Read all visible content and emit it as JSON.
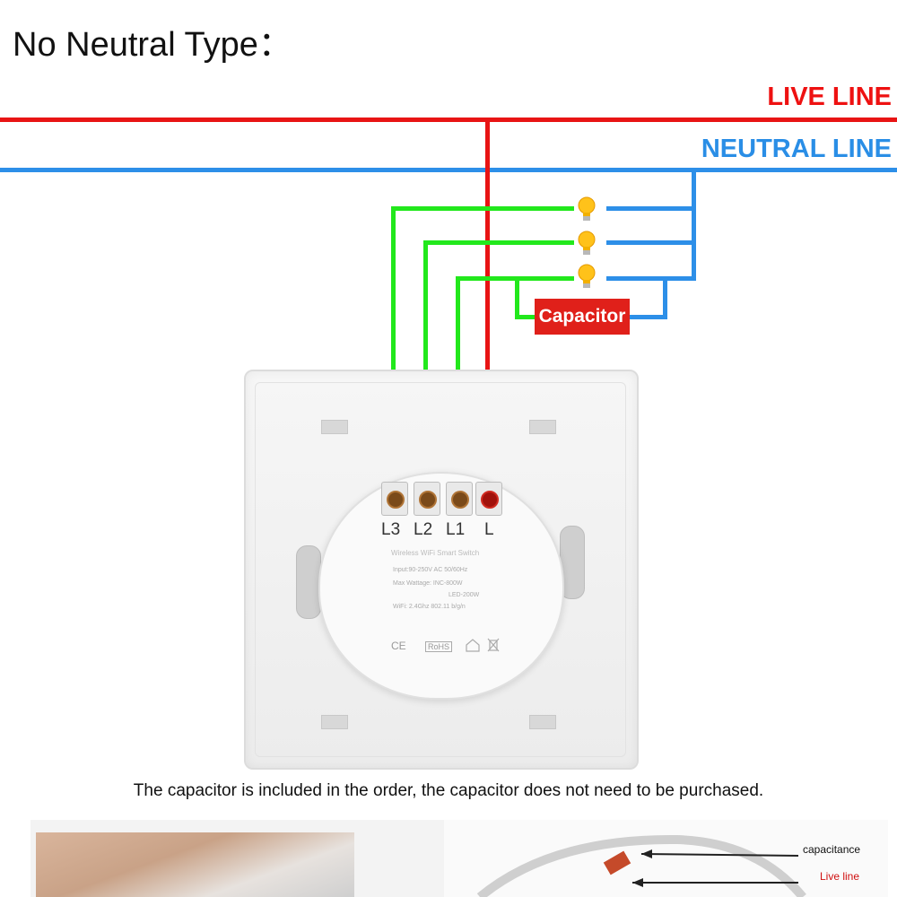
{
  "title": "No Neutral Type：",
  "lines": {
    "live_label": "LIVE LINE",
    "neutral_label": "NEUTRAL LINE"
  },
  "colors": {
    "live": "#e81414",
    "neutral": "#2d8fe8",
    "load": "#22e81c",
    "capacitor_fill": "#e0201a"
  },
  "capacitor_label": "Capacitor",
  "bulb_icon": "light-bulb-icon",
  "terminals": [
    "L3",
    "L2",
    "L1",
    "L"
  ],
  "module_specs": [
    "Wireless WiFi Smart Switch",
    "Input:90-250V AC  50/60Hz",
    "Max Wattage: INC-800W",
    "LED-200W",
    "WiFi: 2.4Ghz  802.11 b/g/n"
  ],
  "certifications": [
    "CE",
    "RoHS"
  ],
  "caption": "The capacitor is included in the order, the capacitor does not need to be purchased.",
  "photo_labels": {
    "capacitance": "capacitance",
    "live": "Live line"
  }
}
